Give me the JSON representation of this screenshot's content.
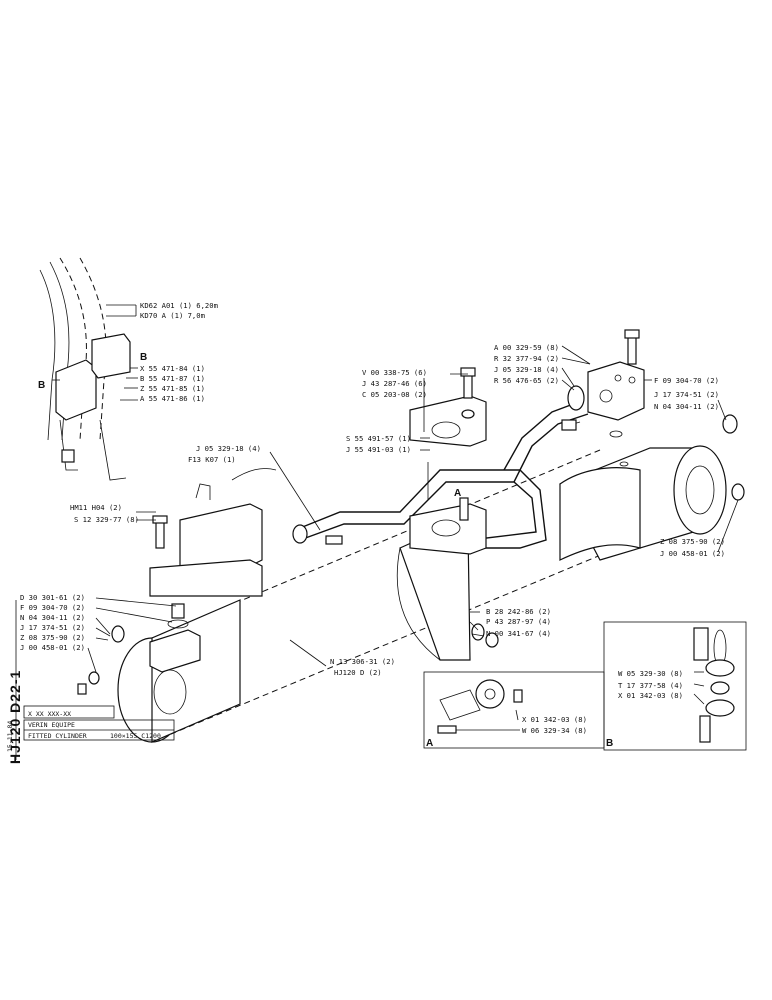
{
  "document_code": "HJ120 D22-1",
  "title_block": {
    "date": "15-11-84",
    "ref_pattern": "X XX XXX-XX",
    "title_fr": "VERIN EQUIPE",
    "title_en": "FITTED CYLINDER",
    "spec": "100×155 C1200"
  },
  "top_left_labels": {
    "kd62": "KD62 A01 (1) 6,20m",
    "kd70": "KD70 A  (1) 7,0m",
    "x55": "X 55 471-84 (1)",
    "b55": "B 55 471-87 (1)",
    "z55": "Z 55 471-85 (1)",
    "a55": "A 55 471-86 (1)",
    "letter_b1": "B",
    "letter_b2": "B"
  },
  "center_labels": {
    "v00": "V 00 338-75 (6)",
    "j43": "J 43 287-46 (6)",
    "c05": "C 05 203-08 (2)",
    "s55": "S 55 491-57 (1)",
    "j55": "J 55 491-03 (1)",
    "j05a": "J 05 329-18 (4)",
    "f13": "F13 K07 (1)",
    "letter_a": "A"
  },
  "left_labels": {
    "hm11": "HM11 H04 (2)",
    "s12": "S 12 329-77 (8)",
    "d30": "D 30 301-61 (2)",
    "f09": "F 09 304-70 (2)",
    "n04": "N 04 304-11 (2)",
    "j17": "J 17 374-51 (2)",
    "z08": "Z 08 375-90 (2)",
    "j00": "J 00 458-01 (2)"
  },
  "right_top_labels": {
    "a00": "A 00 329-59 (8)",
    "r32": "R 32 377-94 (2)",
    "j05": "J 05 329-18 (4)",
    "r56": "R 56 476-65 (2)",
    "f09": "F 09 304-70 (2)",
    "j17": "J 17 374-51 (2)",
    "n04": "N 04 304-11 (2)",
    "z08": "Z 08 375-90 (2)",
    "j00": "J 00 458-01 (2)"
  },
  "bottom_labels": {
    "b28": "B 28 242-86 (2)",
    "p43": "P 43 287-97 (4)",
    "n00": "N 00 341-67 (4)",
    "n13": "N 13 306-31 (2)",
    "hj120": "HJ120 D  (2)"
  },
  "detail_a": {
    "letter": "A",
    "x01": "X 01 342-03 (8)",
    "w06": "W 06 329-34 (8)"
  },
  "detail_b": {
    "letter": "B",
    "w05": "W 05 329-30 (8)",
    "t17": "T 17 377-58 (4)",
    "x01": "X 01 342-03 (8)"
  }
}
